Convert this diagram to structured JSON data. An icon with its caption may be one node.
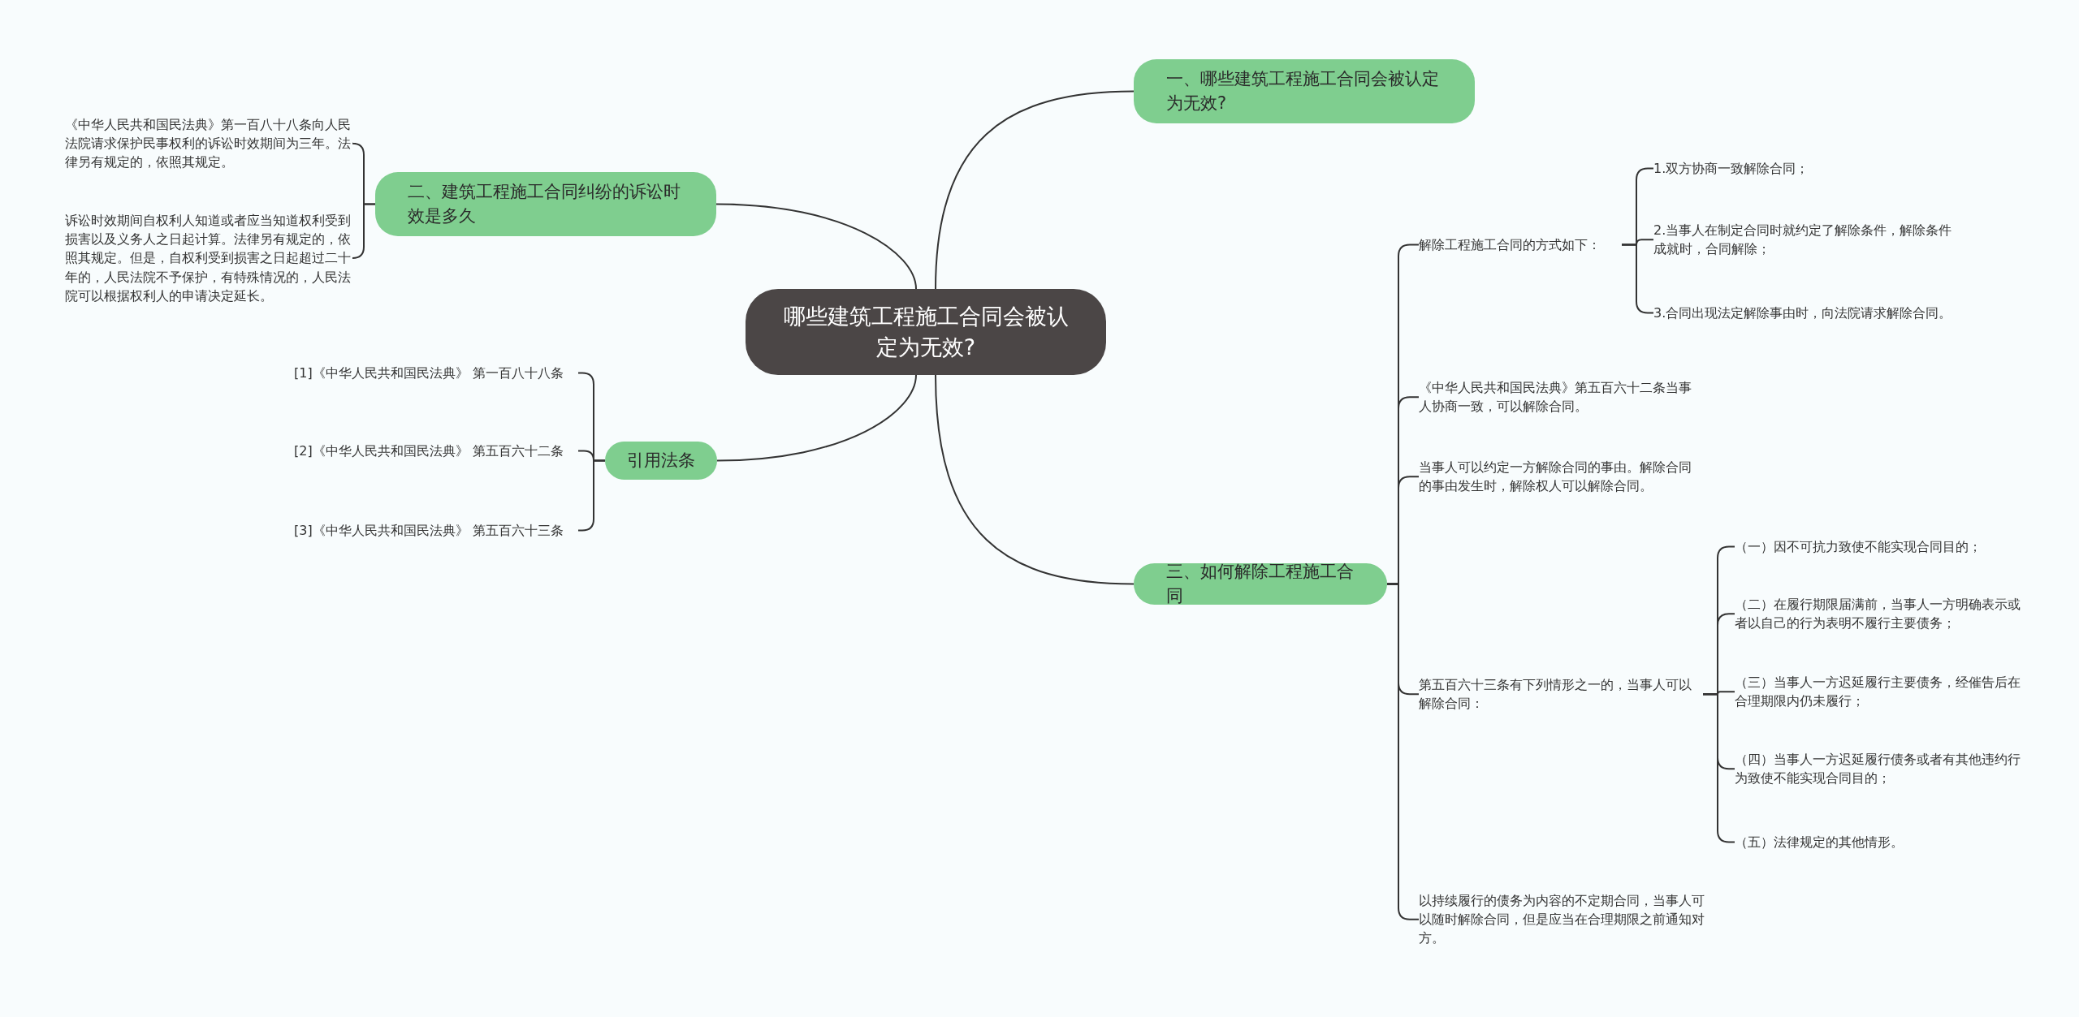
{
  "diagram": {
    "nodes": [
      {
        "text": [
          "哪些建筑工程施工合同会被认定为无效?"
        ]
      },
      {
        "text": [
          "一、哪些建筑工程施工合同会被认定为无效?"
        ]
      },
      {
        "text": [
          "二、建筑工程施工合同纠纷的诉讼时效是多久"
        ]
      },
      {
        "text": [
          "《中华人民共和国民法典》第一百八十八条向人民法院请求保护民事权利的诉讼时效期间为三年。法律另有规定的，依照其规定。"
        ]
      },
      {
        "text": [
          "诉讼时效期间自权利人知道或者应当知道权利受到损害以及义务人之日起计算。法律另有规定的，依照其规定。但是，自权利受到损害之日起超过二十年的，人民法院不予保护，有特殊情况的，人民法院可以根据权利人的申请决定延长。"
        ]
      },
      {
        "text": [
          "引用法条"
        ]
      },
      {
        "text": [
          "[1]《中华人民共和国民法典》 第一百八十八条"
        ]
      },
      {
        "text": [
          "[2]《中华人民共和国民法典》 第五百六十二条"
        ]
      },
      {
        "text": [
          "[3]《中华人民共和国民法典》 第五百六十三条"
        ]
      },
      {
        "text": [
          "三、如何解除工程施工合同"
        ]
      },
      {
        "text": [
          "解除工程施工合同的方式如下："
        ]
      },
      {
        "text": [
          "1.双方协商一致解除合同；"
        ]
      },
      {
        "text": [
          "2.当事人在制定合同时就约定了解除条件，解除条件成就时，合同解除；"
        ]
      },
      {
        "text": [
          "3.合同出现法定解除事由时，向法院请求解除合同。"
        ]
      },
      {
        "text": [
          "《中华人民共和国民法典》第五百六十二条当事人协商一致，可以解除合同。"
        ]
      },
      {
        "text": [
          "当事人可以约定一方解除合同的事由。解除合同的事由发生时，解除权人可以解除合同。"
        ]
      },
      {
        "text": [
          "第五百六十三条有下列情形之一的，当事人可以解除合同："
        ]
      },
      {
        "text": [
          "（一）因不可抗力致使不能实现合同目的；"
        ]
      },
      {
        "text": [
          "（二）在履行期限届满前，当事人一方明确表示或者以自己的行为表明不履行主要债务；"
        ]
      },
      {
        "text": [
          "（三）当事人一方迟延履行主要债务，经催告后在合理期限内仍未履行；"
        ]
      },
      {
        "text": [
          "（四）当事人一方迟延履行债务或者有其他违约行为致使不能实现合同目的；"
        ]
      },
      {
        "text": [
          "（五）法律规定的其他情形。"
        ]
      },
      {
        "text": [
          "以持续履行的债务为内容的不定期合同，当事人可以随时解除合同，但是应当在合理期限之前通知对方。"
        ]
      }
    ],
    "edges": [
      {
        "from": 0,
        "to": 1,
        "arrow": "none"
      },
      {
        "from": 0,
        "to": 2,
        "arrow": "none"
      },
      {
        "from": 2,
        "to": 3,
        "arrow": "none"
      },
      {
        "from": 2,
        "to": 4,
        "arrow": "none"
      },
      {
        "from": 0,
        "to": 5,
        "arrow": "none"
      },
      {
        "from": 5,
        "to": 6,
        "arrow": "none"
      },
      {
        "from": 5,
        "to": 7,
        "arrow": "none"
      },
      {
        "from": 5,
        "to": 8,
        "arrow": "none"
      },
      {
        "from": 0,
        "to": 9,
        "arrow": "none"
      },
      {
        "from": 9,
        "to": 10,
        "arrow": "none"
      },
      {
        "from": 10,
        "to": 11,
        "arrow": "none"
      },
      {
        "from": 10,
        "to": 12,
        "arrow": "none"
      },
      {
        "from": 10,
        "to": 13,
        "arrow": "none"
      },
      {
        "from": 9,
        "to": 14,
        "arrow": "none"
      },
      {
        "from": 9,
        "to": 15,
        "arrow": "none"
      },
      {
        "from": 9,
        "to": 16,
        "arrow": "none"
      },
      {
        "from": 16,
        "to": 17,
        "arrow": "none"
      },
      {
        "from": 16,
        "to": 18,
        "arrow": "none"
      },
      {
        "from": 16,
        "to": 19,
        "arrow": "none"
      },
      {
        "from": 16,
        "to": 20,
        "arrow": "none"
      },
      {
        "from": 16,
        "to": 21,
        "arrow": "none"
      },
      {
        "from": 9,
        "to": 22,
        "arrow": "none"
      }
    ]
  }
}
